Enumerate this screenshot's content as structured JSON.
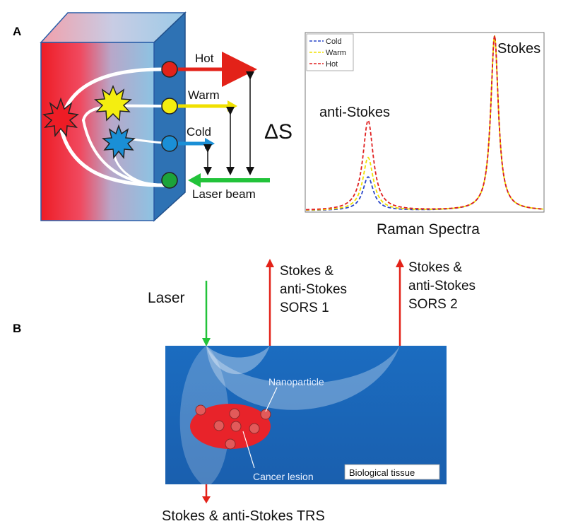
{
  "panel_a": {
    "letter": "A",
    "cube": {
      "hot_label": "Hot",
      "warm_label": "Warm",
      "cold_label": "Cold",
      "laser_label": "Laser beam",
      "delta_label": "ΔS"
    },
    "spectrum": {
      "anti_stokes_label": "anti-Stokes",
      "stokes_label": "Stokes",
      "xlabel": "Raman Spectra",
      "legend": [
        {
          "name": "Cold",
          "color": "#2a46c8"
        },
        {
          "name": "Warm",
          "color": "#f0e000"
        },
        {
          "name": "Hot",
          "color": "#e02020"
        }
      ]
    }
  },
  "panel_b": {
    "letter": "B",
    "laser_label": "Laser",
    "sors1_label": [
      "Stokes &",
      "anti-Stokes",
      "SORS 1"
    ],
    "sors2_label": [
      "Stokes &",
      "anti-Stokes",
      "SORS 2"
    ],
    "trs_label": "Stokes & anti-Stokes TRS",
    "nanoparticle_label": "Nanoparticle",
    "cancer_label": "Cancer lesion",
    "tissue_label": "Biological tissue"
  },
  "colors": {
    "hot": "#e32219",
    "warm": "#f4ee10",
    "cold": "#1a8fd6",
    "laser": "#22a53a",
    "tissue": "#1d6fbf"
  }
}
